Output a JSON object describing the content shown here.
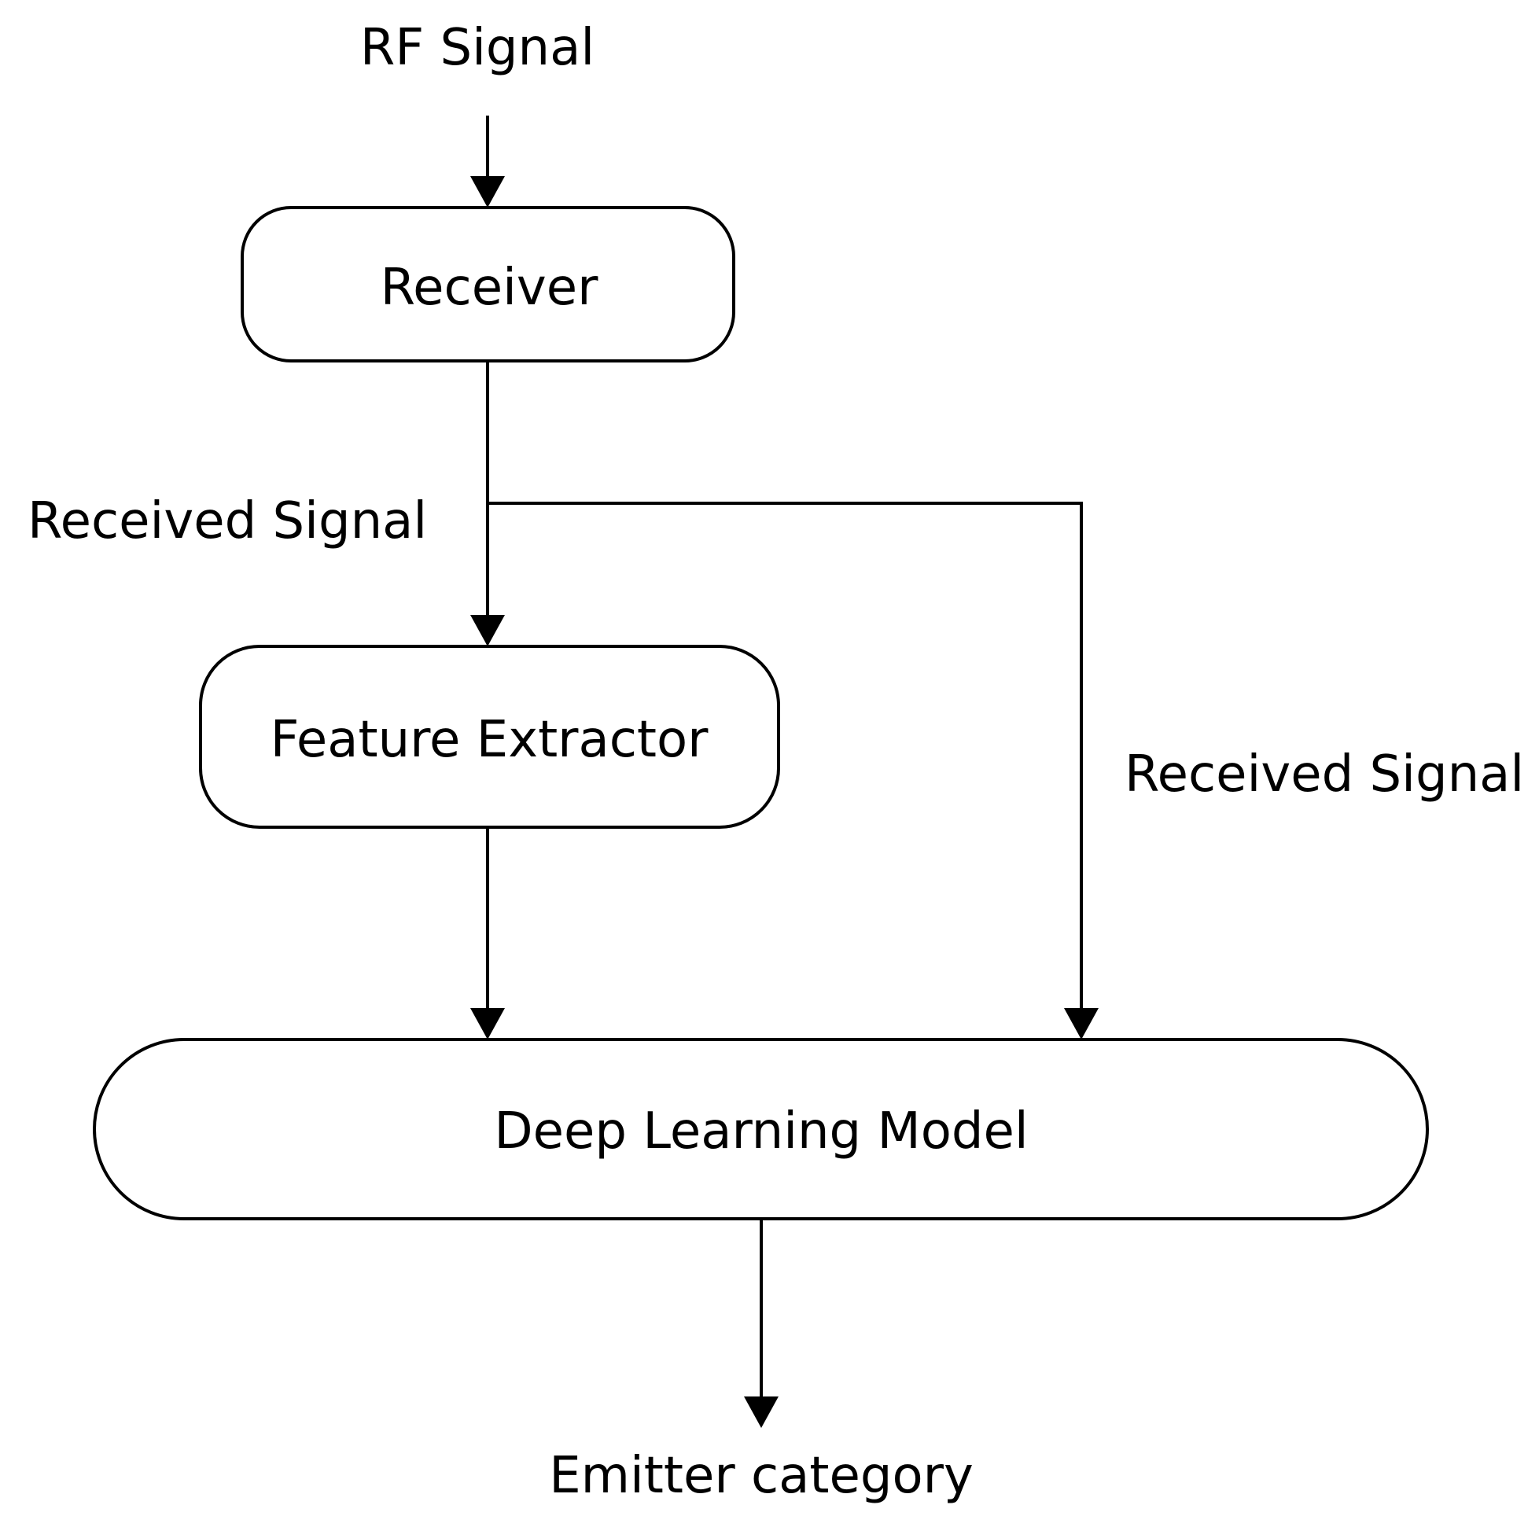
{
  "diagram": {
    "input_label": "RF Signal",
    "nodes": {
      "receiver": "Receiver",
      "feature_extractor": "Feature Extractor",
      "deep_learning_model": "Deep Learning Model"
    },
    "edge_labels": {
      "received_signal_left": "Received Signal",
      "received_signal_right": "Received Signal"
    },
    "output_label": "Emitter category"
  }
}
